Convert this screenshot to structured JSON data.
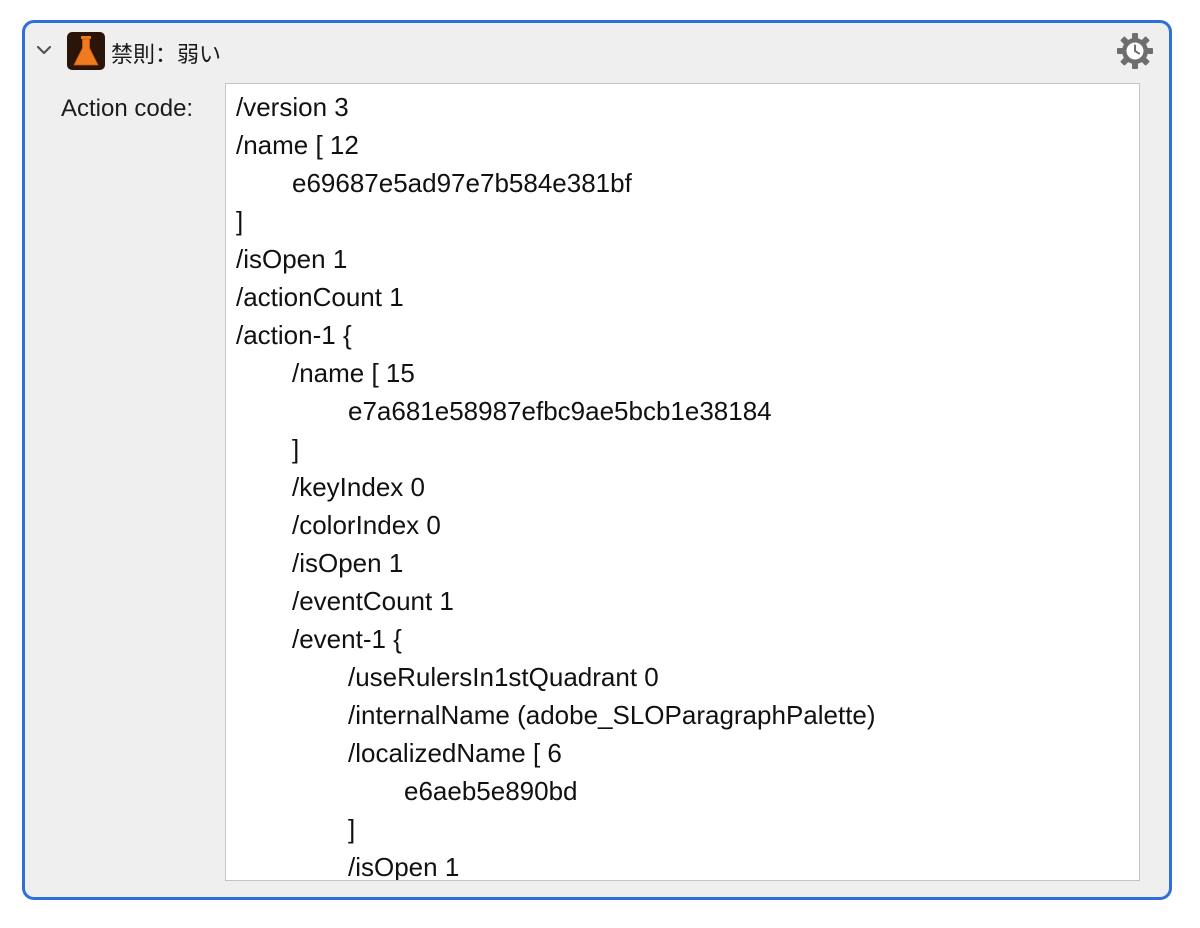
{
  "action": {
    "title": "禁則：弱い",
    "app_icon": "flask-icon",
    "gear_icon": "gear-clock-icon",
    "collapse_icon": "chevron-down-icon",
    "colors": {
      "focus_border": "#2f6fd8",
      "icon_background": "#2b1408",
      "icon_accent": "#f07a1e"
    }
  },
  "field": {
    "label": "Action code:"
  },
  "code": {
    "lines": [
      {
        "indent": 0,
        "text": "/version 3"
      },
      {
        "indent": 0,
        "text": "/name [ 12"
      },
      {
        "indent": 1,
        "text": "e69687e5ad97e7b584e381bf"
      },
      {
        "indent": 0,
        "text": "]"
      },
      {
        "indent": 0,
        "text": "/isOpen 1"
      },
      {
        "indent": 0,
        "text": "/actionCount 1"
      },
      {
        "indent": 0,
        "text": "/action-1 {"
      },
      {
        "indent": 1,
        "text": "/name [ 15"
      },
      {
        "indent": 2,
        "text": "e7a681e58987efbc9ae5bcb1e38184"
      },
      {
        "indent": 1,
        "text": "]"
      },
      {
        "indent": 1,
        "text": "/keyIndex 0"
      },
      {
        "indent": 1,
        "text": "/colorIndex 0"
      },
      {
        "indent": 1,
        "text": "/isOpen 1"
      },
      {
        "indent": 1,
        "text": "/eventCount 1"
      },
      {
        "indent": 1,
        "text": "/event-1 {"
      },
      {
        "indent": 2,
        "text": "/useRulersIn1stQuadrant 0"
      },
      {
        "indent": 2,
        "text": "/internalName (adobe_SLOParagraphPalette)"
      },
      {
        "indent": 2,
        "text": "/localizedName [ 6"
      },
      {
        "indent": 3,
        "text": "e6aeb5e890bd"
      },
      {
        "indent": 2,
        "text": "]"
      },
      {
        "indent": 2,
        "text": "/isOpen 1"
      }
    ]
  }
}
